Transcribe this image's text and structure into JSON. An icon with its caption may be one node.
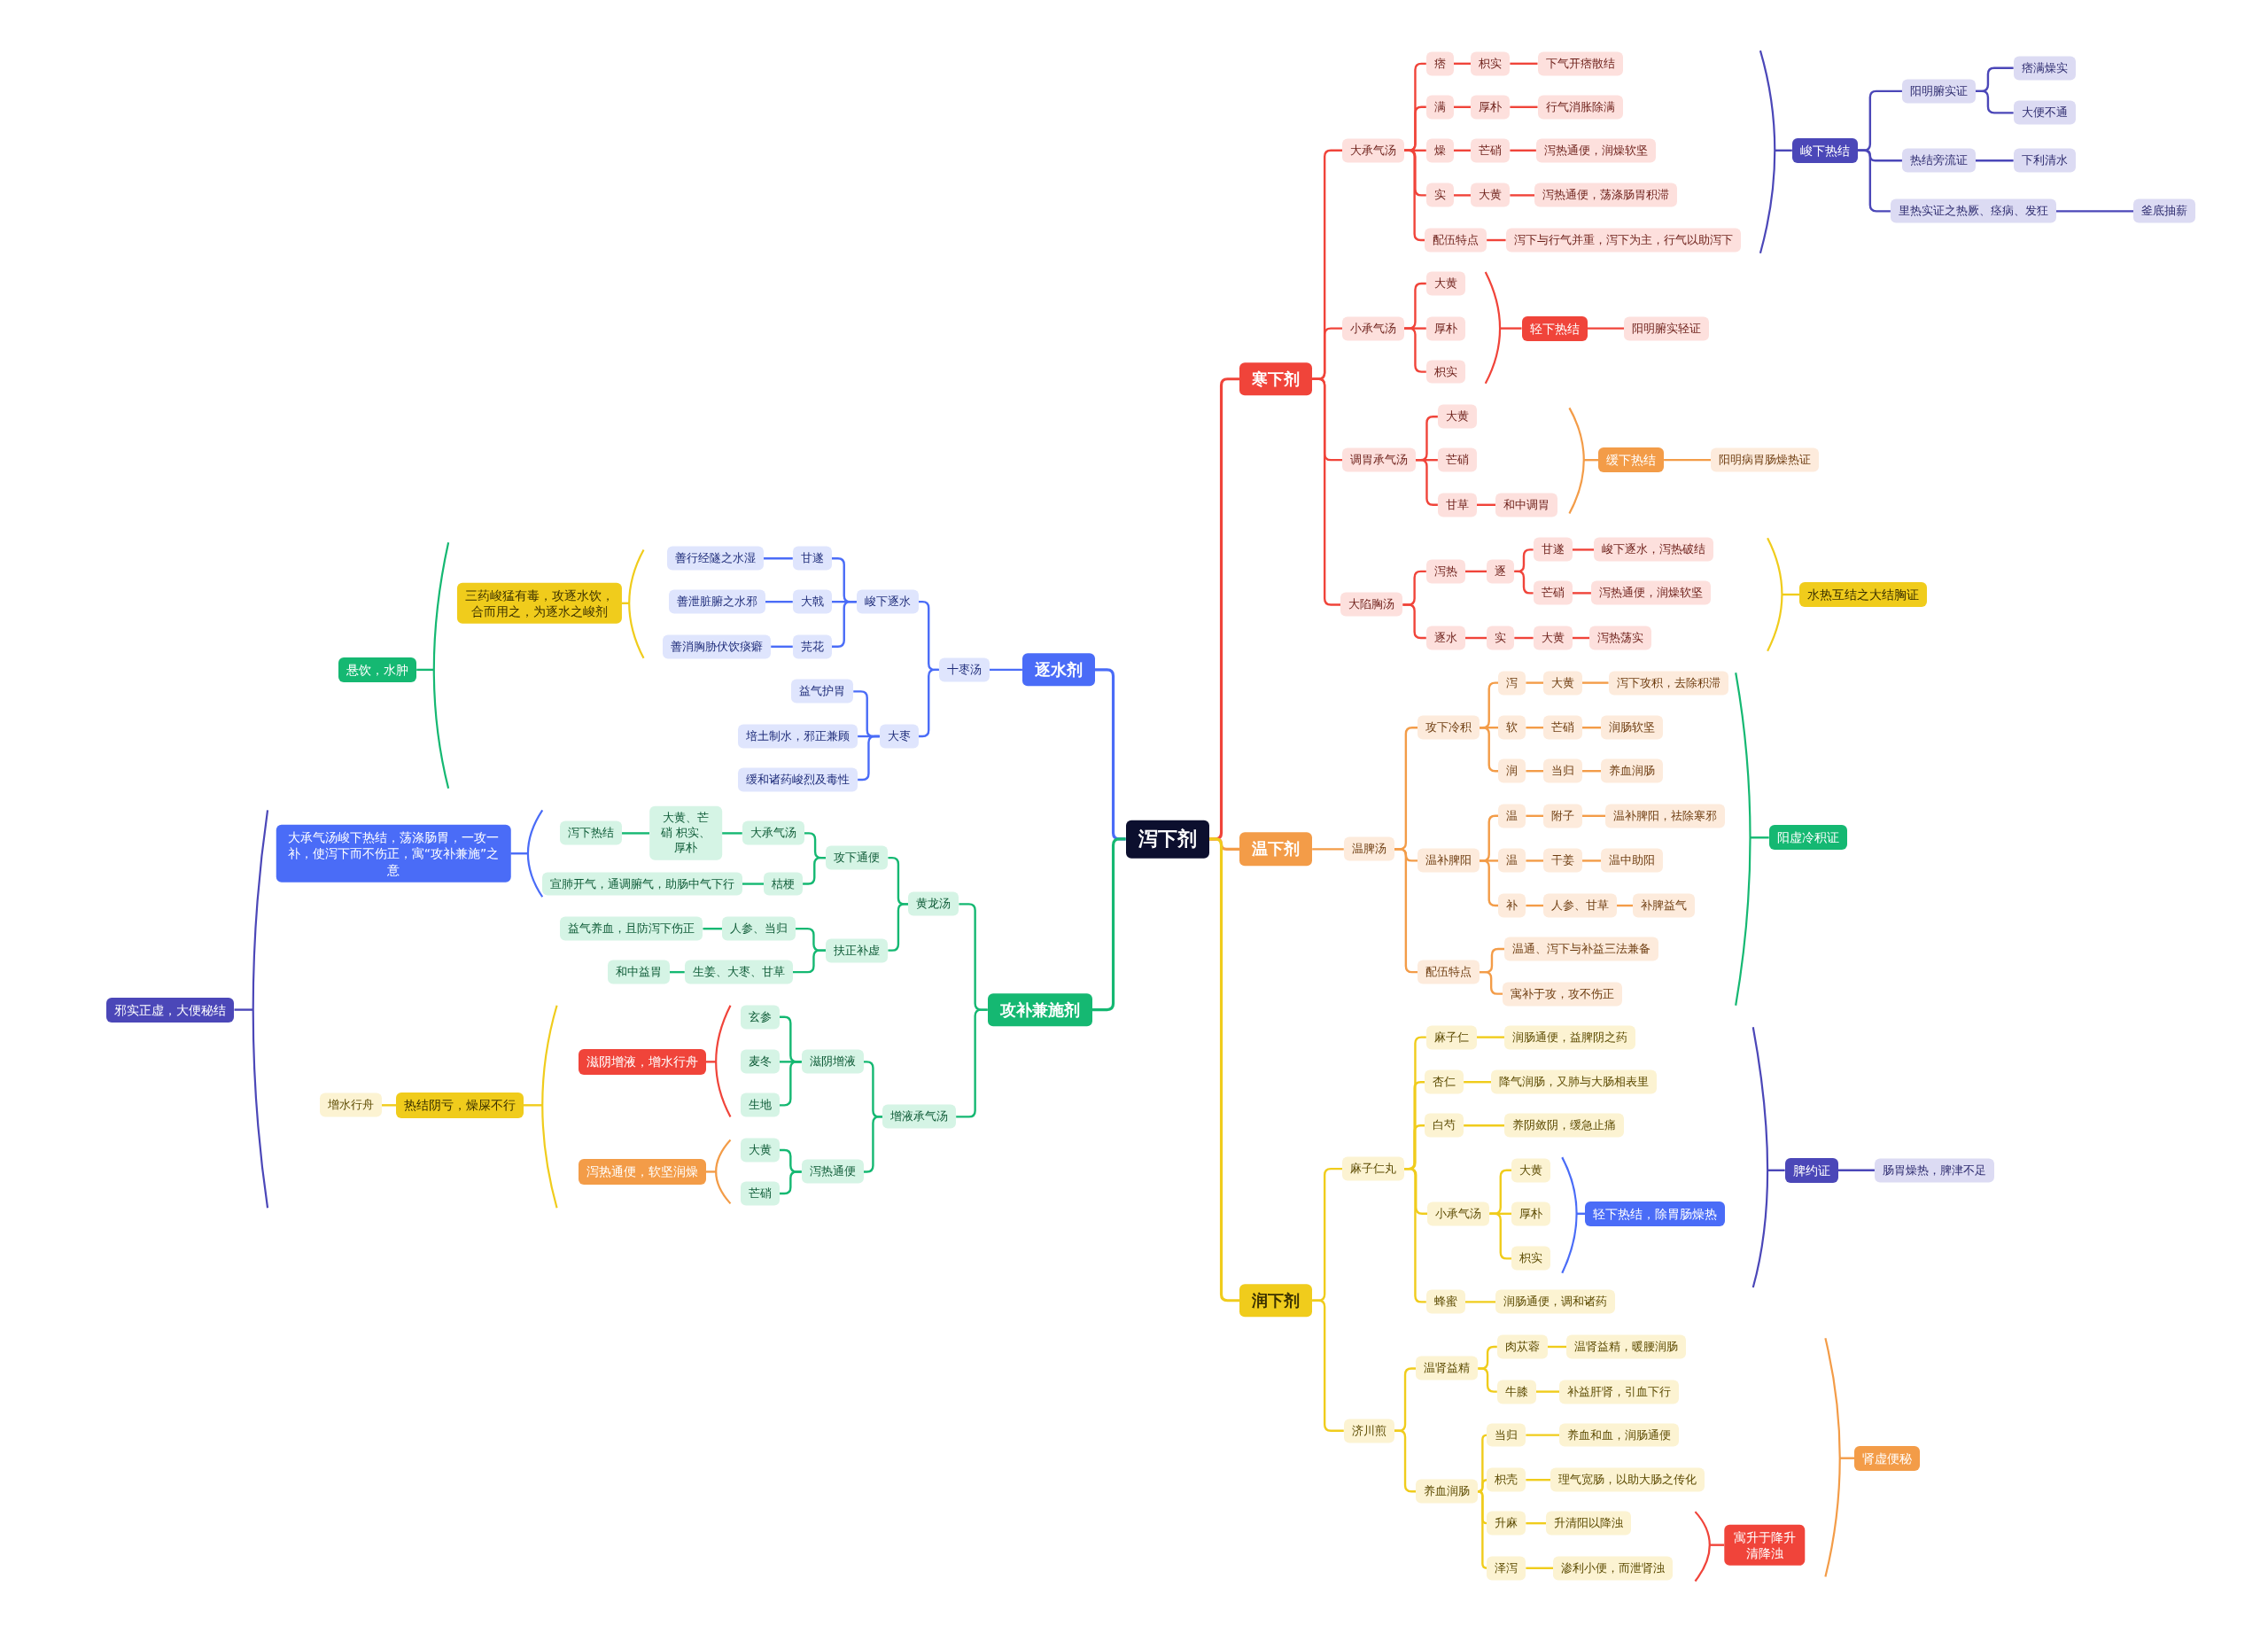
{
  "diagram": {
    "nodes": [
      {
        "text": [
          "泻下剂"
        ]
      },
      {
        "text": [
          "寒下剂"
        ]
      },
      {
        "text": [
          "大承气汤"
        ]
      },
      {
        "text": [
          "痞"
        ]
      },
      {
        "text": [
          "枳实"
        ]
      },
      {
        "text": [
          "下气开痞散结"
        ]
      },
      {
        "text": [
          "满"
        ]
      },
      {
        "text": [
          "厚朴"
        ]
      },
      {
        "text": [
          "行气消胀除满"
        ]
      },
      {
        "text": [
          "燥"
        ]
      },
      {
        "text": [
          "芒硝"
        ]
      },
      {
        "text": [
          "泻热通便，润燥软坚"
        ]
      },
      {
        "text": [
          "实"
        ]
      },
      {
        "text": [
          "大黄"
        ]
      },
      {
        "text": [
          "泻热通便，荡涤肠胃积滞"
        ]
      },
      {
        "text": [
          "配伍特点"
        ]
      },
      {
        "text": [
          "泻下与行气并重，泻下为主，行气以助泻下"
        ]
      },
      {
        "text": [
          "峻下热结"
        ]
      },
      {
        "text": [
          "阳明腑实证"
        ]
      },
      {
        "text": [
          "痞满燥实"
        ]
      },
      {
        "text": [
          "大便不通"
        ]
      },
      {
        "text": [
          "热结旁流证"
        ]
      },
      {
        "text": [
          "下利清水"
        ]
      },
      {
        "text": [
          "里热实证之热厥、痉病、发狂"
        ]
      },
      {
        "text": [
          "釜底抽薪"
        ]
      },
      {
        "text": [
          "小承气汤"
        ]
      },
      {
        "text": [
          "大黄"
        ]
      },
      {
        "text": [
          "厚朴"
        ]
      },
      {
        "text": [
          "枳实"
        ]
      },
      {
        "text": [
          "轻下热结"
        ]
      },
      {
        "text": [
          "阳明腑实轻证"
        ]
      },
      {
        "text": [
          "调胃承气汤"
        ]
      },
      {
        "text": [
          "大黄"
        ]
      },
      {
        "text": [
          "芒硝"
        ]
      },
      {
        "text": [
          "甘草"
        ]
      },
      {
        "text": [
          "和中调胃"
        ]
      },
      {
        "text": [
          "缓下热结"
        ]
      },
      {
        "text": [
          "阳明病胃肠燥热证"
        ]
      },
      {
        "text": [
          "大陷胸汤"
        ]
      },
      {
        "text": [
          "泻热"
        ]
      },
      {
        "text": [
          "逐"
        ]
      },
      {
        "text": [
          "甘遂"
        ]
      },
      {
        "text": [
          "峻下逐水，泻热破结"
        ]
      },
      {
        "text": [
          "芒硝"
        ]
      },
      {
        "text": [
          "泻热通便，润燥软坚"
        ]
      },
      {
        "text": [
          "逐水"
        ]
      },
      {
        "text": [
          "实"
        ]
      },
      {
        "text": [
          "大黄"
        ]
      },
      {
        "text": [
          "泻热荡实"
        ]
      },
      {
        "text": [
          "水热互结之大结胸证"
        ]
      },
      {
        "text": [
          "温下剂"
        ]
      },
      {
        "text": [
          "温脾汤"
        ]
      },
      {
        "text": [
          "攻下冷积"
        ]
      },
      {
        "text": [
          "泻"
        ]
      },
      {
        "text": [
          "大黄"
        ]
      },
      {
        "text": [
          "泻下攻积，去除积滞"
        ]
      },
      {
        "text": [
          "软"
        ]
      },
      {
        "text": [
          "芒硝"
        ]
      },
      {
        "text": [
          "润肠软坚"
        ]
      },
      {
        "text": [
          "润"
        ]
      },
      {
        "text": [
          "当归"
        ]
      },
      {
        "text": [
          "养血润肠"
        ]
      },
      {
        "text": [
          "温补脾阳"
        ]
      },
      {
        "text": [
          "温"
        ]
      },
      {
        "text": [
          "附子"
        ]
      },
      {
        "text": [
          "温补脾阳，祛除寒邪"
        ]
      },
      {
        "text": [
          "温"
        ]
      },
      {
        "text": [
          "干姜"
        ]
      },
      {
        "text": [
          "温中助阳"
        ]
      },
      {
        "text": [
          "补"
        ]
      },
      {
        "text": [
          "人参、甘草"
        ]
      },
      {
        "text": [
          "补脾益气"
        ]
      },
      {
        "text": [
          "配伍特点"
        ]
      },
      {
        "text": [
          "温通、泻下与补益三法兼备"
        ]
      },
      {
        "text": [
          "寓补于攻，攻不伤正"
        ]
      },
      {
        "text": [
          "阳虚冷积证"
        ]
      },
      {
        "text": [
          "润下剂"
        ]
      },
      {
        "text": [
          "麻子仁丸"
        ]
      },
      {
        "text": [
          "麻子仁"
        ]
      },
      {
        "text": [
          "润肠通便，益脾阴之药"
        ]
      },
      {
        "text": [
          "杏仁"
        ]
      },
      {
        "text": [
          "降气润肠，又肺与大肠相表里"
        ]
      },
      {
        "text": [
          "白芍"
        ]
      },
      {
        "text": [
          "养阴敛阴，缓急止痛"
        ]
      },
      {
        "text": [
          "小承气汤"
        ]
      },
      {
        "text": [
          "大黄"
        ]
      },
      {
        "text": [
          "厚朴"
        ]
      },
      {
        "text": [
          "枳实"
        ]
      },
      {
        "text": [
          "轻下热结，除胃肠燥热"
        ]
      },
      {
        "text": [
          "蜂蜜"
        ]
      },
      {
        "text": [
          "润肠通便，调和诸药"
        ]
      },
      {
        "text": [
          "脾约证"
        ]
      },
      {
        "text": [
          "肠胃燥热，脾津不足"
        ]
      },
      {
        "text": [
          "济川煎"
        ]
      },
      {
        "text": [
          "温肾益精"
        ]
      },
      {
        "text": [
          "肉苁蓉"
        ]
      },
      {
        "text": [
          "温肾益精，暖腰润肠"
        ]
      },
      {
        "text": [
          "牛膝"
        ]
      },
      {
        "text": [
          "补益肝肾，引血下行"
        ]
      },
      {
        "text": [
          "养血润肠"
        ]
      },
      {
        "text": [
          "当归"
        ]
      },
      {
        "text": [
          "养血和血，润肠通便"
        ]
      },
      {
        "text": [
          "枳壳"
        ]
      },
      {
        "text": [
          "理气宽肠，以助大肠之传化"
        ]
      },
      {
        "text": [
          "升麻"
        ]
      },
      {
        "text": [
          "升清阳以降浊"
        ]
      },
      {
        "text": [
          "泽泻"
        ]
      },
      {
        "text": [
          "渗利小便，而泄肾浊"
        ]
      },
      {
        "text": [
          "寓升于降升清降浊"
        ]
      },
      {
        "text": [
          "肾虚便秘"
        ]
      },
      {
        "text": [
          "逐水剂"
        ]
      },
      {
        "text": [
          "十枣汤"
        ]
      },
      {
        "text": [
          "峻下逐水"
        ]
      },
      {
        "text": [
          "甘遂"
        ]
      },
      {
        "text": [
          "善行经隧之水湿"
        ]
      },
      {
        "text": [
          "大戟"
        ]
      },
      {
        "text": [
          "善泄脏腑之水邪"
        ]
      },
      {
        "text": [
          "芫花"
        ]
      },
      {
        "text": [
          "善消胸胁伏饮痰癖"
        ]
      },
      {
        "text": [
          "大枣"
        ]
      },
      {
        "text": [
          "益气护胃"
        ]
      },
      {
        "text": [
          "培土制水，邪正兼顾"
        ]
      },
      {
        "text": [
          "缓和诸药峻烈及毒性"
        ]
      },
      {
        "text": [
          "三药峻猛有毒，攻逐水饮，合而用之，为逐水之峻剂"
        ]
      },
      {
        "text": [
          "悬饮，水肿"
        ]
      },
      {
        "text": [
          "攻补兼施剂"
        ]
      },
      {
        "text": [
          "黄龙汤"
        ]
      },
      {
        "text": [
          "攻下通便"
        ]
      },
      {
        "text": [
          "大承气汤"
        ]
      },
      {
        "text": [
          "大黄、芒硝 枳实、厚朴"
        ]
      },
      {
        "text": [
          "泻下热结"
        ]
      },
      {
        "text": [
          "桔梗"
        ]
      },
      {
        "text": [
          "宣肺开气，通调腑气，助肠中气下行"
        ]
      },
      {
        "text": [
          "扶正补虚"
        ]
      },
      {
        "text": [
          "人参、当归"
        ]
      },
      {
        "text": [
          "益气养血，且防泻下伤正"
        ]
      },
      {
        "text": [
          "生姜、大枣、甘草"
        ]
      },
      {
        "text": [
          "和中益胃"
        ]
      },
      {
        "text": [
          "大承气汤峻下热结，荡涤肠胃，一攻一补，使泻下而不伤正，寓“攻补兼施”之意"
        ]
      },
      {
        "text": [
          "增液承气汤"
        ]
      },
      {
        "text": [
          "滋阴增液"
        ]
      },
      {
        "text": [
          "玄参"
        ]
      },
      {
        "text": [
          "麦冬"
        ]
      },
      {
        "text": [
          "生地"
        ]
      },
      {
        "text": [
          "滋阴增液，增水行舟"
        ]
      },
      {
        "text": [
          "泻热通便"
        ]
      },
      {
        "text": [
          "大黄"
        ]
      },
      {
        "text": [
          "芒硝"
        ]
      },
      {
        "text": [
          "泻热通便，软坚润燥"
        ]
      },
      {
        "text": [
          "热结阴亏，燥屎不行"
        ]
      },
      {
        "text": [
          "增水行舟"
        ]
      },
      {
        "text": [
          "邪实正虚，大便秘结"
        ]
      }
    ],
    "edges": [
      {
        "from": 0,
        "to": 1,
        "arrow": "none",
        "color": "#f0443a"
      },
      {
        "from": 1,
        "to": 2,
        "arrow": "none",
        "color": "#f0443a"
      },
      {
        "from": 2,
        "to": 3,
        "arrow": "none",
        "color": "#f0443a"
      },
      {
        "from": 3,
        "to": 4,
        "arrow": "none",
        "color": "#f0443a"
      },
      {
        "from": 4,
        "to": 5,
        "arrow": "none",
        "color": "#f0443a"
      },
      {
        "from": 2,
        "to": 6,
        "arrow": "none",
        "color": "#f0443a"
      },
      {
        "from": 6,
        "to": 7,
        "arrow": "none",
        "color": "#f0443a"
      },
      {
        "from": 7,
        "to": 8,
        "arrow": "none",
        "color": "#f0443a"
      },
      {
        "from": 2,
        "to": 9,
        "arrow": "none",
        "color": "#f0443a"
      },
      {
        "from": 9,
        "to": 10,
        "arrow": "none",
        "color": "#f0443a"
      },
      {
        "from": 10,
        "to": 11,
        "arrow": "none",
        "color": "#f0443a"
      },
      {
        "from": 2,
        "to": 12,
        "arrow": "none",
        "color": "#f0443a"
      },
      {
        "from": 12,
        "to": 13,
        "arrow": "none",
        "color": "#f0443a"
      },
      {
        "from": 13,
        "to": 14,
        "arrow": "none",
        "color": "#f0443a"
      },
      {
        "from": 2,
        "to": 15,
        "arrow": "none",
        "color": "#f0443a"
      },
      {
        "from": 15,
        "to": 16,
        "arrow": "none",
        "color": "#f0443a"
      },
      {
        "from": null,
        "to": 17,
        "arrow": "none",
        "color": "#4b47b8"
      },
      {
        "from": 17,
        "to": 18,
        "arrow": "none",
        "color": "#4b47b8"
      },
      {
        "from": 18,
        "to": 19,
        "arrow": "none",
        "color": "#4b47b8"
      },
      {
        "from": 18,
        "to": 20,
        "arrow": "none",
        "color": "#4b47b8"
      },
      {
        "from": 17,
        "to": 21,
        "arrow": "none",
        "color": "#4b47b8"
      },
      {
        "from": 21,
        "to": 22,
        "arrow": "none",
        "color": "#4b47b8"
      },
      {
        "from": 17,
        "to": 23,
        "arrow": "none",
        "color": "#4b47b8"
      },
      {
        "from": 23,
        "to": 24,
        "arrow": "none",
        "color": "#4b47b8"
      },
      {
        "from": 1,
        "to": 25,
        "arrow": "none",
        "color": "#f0443a"
      },
      {
        "from": 25,
        "to": 26,
        "arrow": "none",
        "color": "#f0443a"
      },
      {
        "from": 25,
        "to": 27,
        "arrow": "none",
        "color": "#f0443a"
      },
      {
        "from": 25,
        "to": 28,
        "arrow": "none",
        "color": "#f0443a"
      },
      {
        "from": null,
        "to": 29,
        "arrow": "none",
        "color": "#f0443a"
      },
      {
        "from": 29,
        "to": 30,
        "arrow": "none",
        "color": "#f0443a"
      },
      {
        "from": 1,
        "to": 31,
        "arrow": "none",
        "color": "#f0443a"
      },
      {
        "from": 31,
        "to": 32,
        "arrow": "none",
        "color": "#f0443a"
      },
      {
        "from": 31,
        "to": 33,
        "arrow": "none",
        "color": "#f0443a"
      },
      {
        "from": 31,
        "to": 34,
        "arrow": "none",
        "color": "#f0443a"
      },
      {
        "from": 34,
        "to": 35,
        "arrow": "none",
        "color": "#f0443a"
      },
      {
        "from": null,
        "to": 36,
        "arrow": "none",
        "color": "#f39c48"
      },
      {
        "from": 36,
        "to": 37,
        "arrow": "none",
        "color": "#f39c48"
      },
      {
        "from": 1,
        "to": 38,
        "arrow": "none",
        "color": "#f0443a"
      },
      {
        "from": 38,
        "to": 39,
        "arrow": "none",
        "color": "#f0443a"
      },
      {
        "from": 39,
        "to": 40,
        "arrow": "none",
        "color": "#f0443a"
      },
      {
        "from": 40,
        "to": 41,
        "arrow": "none",
        "color": "#f0443a"
      },
      {
        "from": 41,
        "to": 42,
        "arrow": "none",
        "color": "#f0443a"
      },
      {
        "from": 40,
        "to": 43,
        "arrow": "none",
        "color": "#f0443a"
      },
      {
        "from": 43,
        "to": 44,
        "arrow": "none",
        "color": "#f0443a"
      },
      {
        "from": 38,
        "to": 45,
        "arrow": "none",
        "color": "#f0443a"
      },
      {
        "from": 45,
        "to": 46,
        "arrow": "none",
        "color": "#f0443a"
      },
      {
        "from": 46,
        "to": 47,
        "arrow": "none",
        "color": "#f0443a"
      },
      {
        "from": 47,
        "to": 48,
        "arrow": "none",
        "color": "#f0443a"
      },
      {
        "from": null,
        "to": 49,
        "arrow": "none",
        "color": "#f0cc1c"
      },
      {
        "from": 0,
        "to": 50,
        "arrow": "none",
        "color": "#f39c48"
      },
      {
        "from": 50,
        "to": 51,
        "arrow": "none",
        "color": "#f39c48"
      },
      {
        "from": 51,
        "to": 52,
        "arrow": "none",
        "color": "#f39c48"
      },
      {
        "from": 52,
        "to": 53,
        "arrow": "none",
        "color": "#f39c48"
      },
      {
        "from": 53,
        "to": 54,
        "arrow": "none",
        "color": "#f39c48"
      },
      {
        "from": 54,
        "to": 55,
        "arrow": "none",
        "color": "#f39c48"
      },
      {
        "from": 52,
        "to": 56,
        "arrow": "none",
        "color": "#f39c48"
      },
      {
        "from": 56,
        "to": 57,
        "arrow": "none",
        "color": "#f39c48"
      },
      {
        "from": 57,
        "to": 58,
        "arrow": "none",
        "color": "#f39c48"
      },
      {
        "from": 52,
        "to": 59,
        "arrow": "none",
        "color": "#f39c48"
      },
      {
        "from": 59,
        "to": 60,
        "arrow": "none",
        "color": "#f39c48"
      },
      {
        "from": 60,
        "to": 61,
        "arrow": "none",
        "color": "#f39c48"
      },
      {
        "from": 51,
        "to": 62,
        "arrow": "none",
        "color": "#f39c48"
      },
      {
        "from": 62,
        "to": 63,
        "arrow": "none",
        "color": "#f39c48"
      },
      {
        "from": 63,
        "to": 64,
        "arrow": "none",
        "color": "#f39c48"
      },
      {
        "from": 64,
        "to": 65,
        "arrow": "none",
        "color": "#f39c48"
      },
      {
        "from": 62,
        "to": 66,
        "arrow": "none",
        "color": "#f39c48"
      },
      {
        "from": 66,
        "to": 67,
        "arrow": "none",
        "color": "#f39c48"
      },
      {
        "from": 67,
        "to": 68,
        "arrow": "none",
        "color": "#f39c48"
      },
      {
        "from": 62,
        "to": 69,
        "arrow": "none",
        "color": "#f39c48"
      },
      {
        "from": 69,
        "to": 70,
        "arrow": "none",
        "color": "#f39c48"
      },
      {
        "from": 70,
        "to": 71,
        "arrow": "none",
        "color": "#f39c48"
      },
      {
        "from": 51,
        "to": 72,
        "arrow": "none",
        "color": "#f39c48"
      },
      {
        "from": 72,
        "to": 73,
        "arrow": "none",
        "color": "#f39c48"
      },
      {
        "from": 72,
        "to": 74,
        "arrow": "none",
        "color": "#f39c48"
      },
      {
        "from": null,
        "to": 75,
        "arrow": "none",
        "color": "#15b872"
      },
      {
        "from": 0,
        "to": 76,
        "arrow": "none",
        "color": "#f0cc1c"
      },
      {
        "from": 76,
        "to": 77,
        "arrow": "none",
        "color": "#f0cc1c"
      },
      {
        "from": 77,
        "to": 78,
        "arrow": "none",
        "color": "#f0cc1c"
      },
      {
        "from": 78,
        "to": 79,
        "arrow": "none",
        "color": "#f0cc1c"
      },
      {
        "from": 77,
        "to": 80,
        "arrow": "none",
        "color": "#f0cc1c"
      },
      {
        "from": 80,
        "to": 81,
        "arrow": "none",
        "color": "#f0cc1c"
      },
      {
        "from": 77,
        "to": 82,
        "arrow": "none",
        "color": "#f0cc1c"
      },
      {
        "from": 82,
        "to": 83,
        "arrow": "none",
        "color": "#f0cc1c"
      },
      {
        "from": 77,
        "to": 84,
        "arrow": "none",
        "color": "#f0cc1c"
      },
      {
        "from": 84,
        "to": 85,
        "arrow": "none",
        "color": "#f0cc1c"
      },
      {
        "from": 84,
        "to": 86,
        "arrow": "none",
        "color": "#f0cc1c"
      },
      {
        "from": 84,
        "to": 87,
        "arrow": "none",
        "color": "#f0cc1c"
      },
      {
        "from": null,
        "to": 88,
        "arrow": "none",
        "color": "#4a6cf7"
      },
      {
        "from": 77,
        "to": 89,
        "arrow": "none",
        "color": "#f0cc1c"
      },
      {
        "from": 89,
        "to": 90,
        "arrow": "none",
        "color": "#f0cc1c"
      },
      {
        "from": null,
        "to": 91,
        "arrow": "none",
        "color": "#4b47b8"
      },
      {
        "from": 91,
        "to": 92,
        "arrow": "none",
        "color": "#4b47b8"
      },
      {
        "from": 76,
        "to": 93,
        "arrow": "none",
        "color": "#f0cc1c"
      },
      {
        "from": 93,
        "to": 94,
        "arrow": "none",
        "color": "#f0cc1c"
      },
      {
        "from": 94,
        "to": 95,
        "arrow": "none",
        "color": "#f0cc1c"
      },
      {
        "from": 95,
        "to": 96,
        "arrow": "none",
        "color": "#f0cc1c"
      },
      {
        "from": 94,
        "to": 97,
        "arrow": "none",
        "color": "#f0cc1c"
      },
      {
        "from": 97,
        "to": 98,
        "arrow": "none",
        "color": "#f0cc1c"
      },
      {
        "from": 93,
        "to": 99,
        "arrow": "none",
        "color": "#f0cc1c"
      },
      {
        "from": 99,
        "to": 100,
        "arrow": "none",
        "color": "#f0cc1c"
      },
      {
        "from": 100,
        "to": 101,
        "arrow": "none",
        "color": "#f0cc1c"
      },
      {
        "from": 99,
        "to": 102,
        "arrow": "none",
        "color": "#f0cc1c"
      },
      {
        "from": 102,
        "to": 103,
        "arrow": "none",
        "color": "#f0cc1c"
      },
      {
        "from": 99,
        "to": 104,
        "arrow": "none",
        "color": "#f0cc1c"
      },
      {
        "from": 104,
        "to": 105,
        "arrow": "none",
        "color": "#f0cc1c"
      },
      {
        "from": 99,
        "to": 106,
        "arrow": "none",
        "color": "#f0cc1c"
      },
      {
        "from": 106,
        "to": 107,
        "arrow": "none",
        "color": "#f0cc1c"
      },
      {
        "from": null,
        "to": 108,
        "arrow": "none",
        "color": "#f0443a"
      },
      {
        "from": null,
        "to": 109,
        "arrow": "none",
        "color": "#f39c48"
      },
      {
        "from": 0,
        "to": 110,
        "arrow": "none",
        "color": "#4a6cf7"
      },
      {
        "from": 110,
        "to": 111,
        "arrow": "none",
        "color": "#4a6cf7"
      },
      {
        "from": 111,
        "to": 112,
        "arrow": "none",
        "color": "#4a6cf7"
      },
      {
        "from": 112,
        "to": 113,
        "arrow": "none",
        "color": "#4a6cf7"
      },
      {
        "from": 113,
        "to": 114,
        "arrow": "none",
        "color": "#4a6cf7"
      },
      {
        "from": 112,
        "to": 115,
        "arrow": "none",
        "color": "#4a6cf7"
      },
      {
        "from": 115,
        "to": 116,
        "arrow": "none",
        "color": "#4a6cf7"
      },
      {
        "from": 112,
        "to": 117,
        "arrow": "none",
        "color": "#4a6cf7"
      },
      {
        "from": 117,
        "to": 118,
        "arrow": "none",
        "color": "#4a6cf7"
      },
      {
        "from": 111,
        "to": 119,
        "arrow": "none",
        "color": "#4a6cf7"
      },
      {
        "from": 119,
        "to": 120,
        "arrow": "none",
        "color": "#4a6cf7"
      },
      {
        "from": 119,
        "to": 121,
        "arrow": "none",
        "color": "#4a6cf7"
      },
      {
        "from": 119,
        "to": 122,
        "arrow": "none",
        "color": "#4a6cf7"
      },
      {
        "from": null,
        "to": 123,
        "arrow": "none",
        "color": "#f0cc1c"
      },
      {
        "from": null,
        "to": 124,
        "arrow": "none",
        "color": "#15b872"
      },
      {
        "from": 0,
        "to": 125,
        "arrow": "none",
        "color": "#15b872"
      },
      {
        "from": 125,
        "to": 126,
        "arrow": "none",
        "color": "#15b872"
      },
      {
        "from": 126,
        "to": 127,
        "arrow": "none",
        "color": "#15b872"
      },
      {
        "from": 127,
        "to": 128,
        "arrow": "none",
        "color": "#15b872"
      },
      {
        "from": 128,
        "to": 129,
        "arrow": "none",
        "color": "#15b872"
      },
      {
        "from": 129,
        "to": 130,
        "arrow": "none",
        "color": "#15b872"
      },
      {
        "from": 127,
        "to": 131,
        "arrow": "none",
        "color": "#15b872"
      },
      {
        "from": 131,
        "to": 132,
        "arrow": "none",
        "color": "#15b872"
      },
      {
        "from": 126,
        "to": 133,
        "arrow": "none",
        "color": "#15b872"
      },
      {
        "from": 133,
        "to": 134,
        "arrow": "none",
        "color": "#15b872"
      },
      {
        "from": 134,
        "to": 135,
        "arrow": "none",
        "color": "#15b872"
      },
      {
        "from": 133,
        "to": 136,
        "arrow": "none",
        "color": "#15b872"
      },
      {
        "from": 136,
        "to": 137,
        "arrow": "none",
        "color": "#15b872"
      },
      {
        "from": null,
        "to": 138,
        "arrow": "none",
        "color": "#4a6cf7"
      },
      {
        "from": 125,
        "to": 139,
        "arrow": "none",
        "color": "#15b872"
      },
      {
        "from": 139,
        "to": 140,
        "arrow": "none",
        "color": "#15b872"
      },
      {
        "from": 140,
        "to": 141,
        "arrow": "none",
        "color": "#15b872"
      },
      {
        "from": 140,
        "to": 142,
        "arrow": "none",
        "color": "#15b872"
      },
      {
        "from": 140,
        "to": 143,
        "arrow": "none",
        "color": "#15b872"
      },
      {
        "from": null,
        "to": 144,
        "arrow": "none",
        "color": "#f0443a"
      },
      {
        "from": 139,
        "to": 145,
        "arrow": "none",
        "color": "#15b872"
      },
      {
        "from": 145,
        "to": 146,
        "arrow": "none",
        "color": "#15b872"
      },
      {
        "from": 145,
        "to": 147,
        "arrow": "none",
        "color": "#15b872"
      },
      {
        "from": null,
        "to": 148,
        "arrow": "none",
        "color": "#f39c48"
      },
      {
        "from": null,
        "to": 149,
        "arrow": "none",
        "color": "#f0cc1c"
      },
      {
        "from": 149,
        "to": 150,
        "arrow": "none",
        "color": "#f0cc1c"
      },
      {
        "from": null,
        "to": 151,
        "arrow": "none",
        "color": "#4b47b8"
      }
    ]
  }
}
